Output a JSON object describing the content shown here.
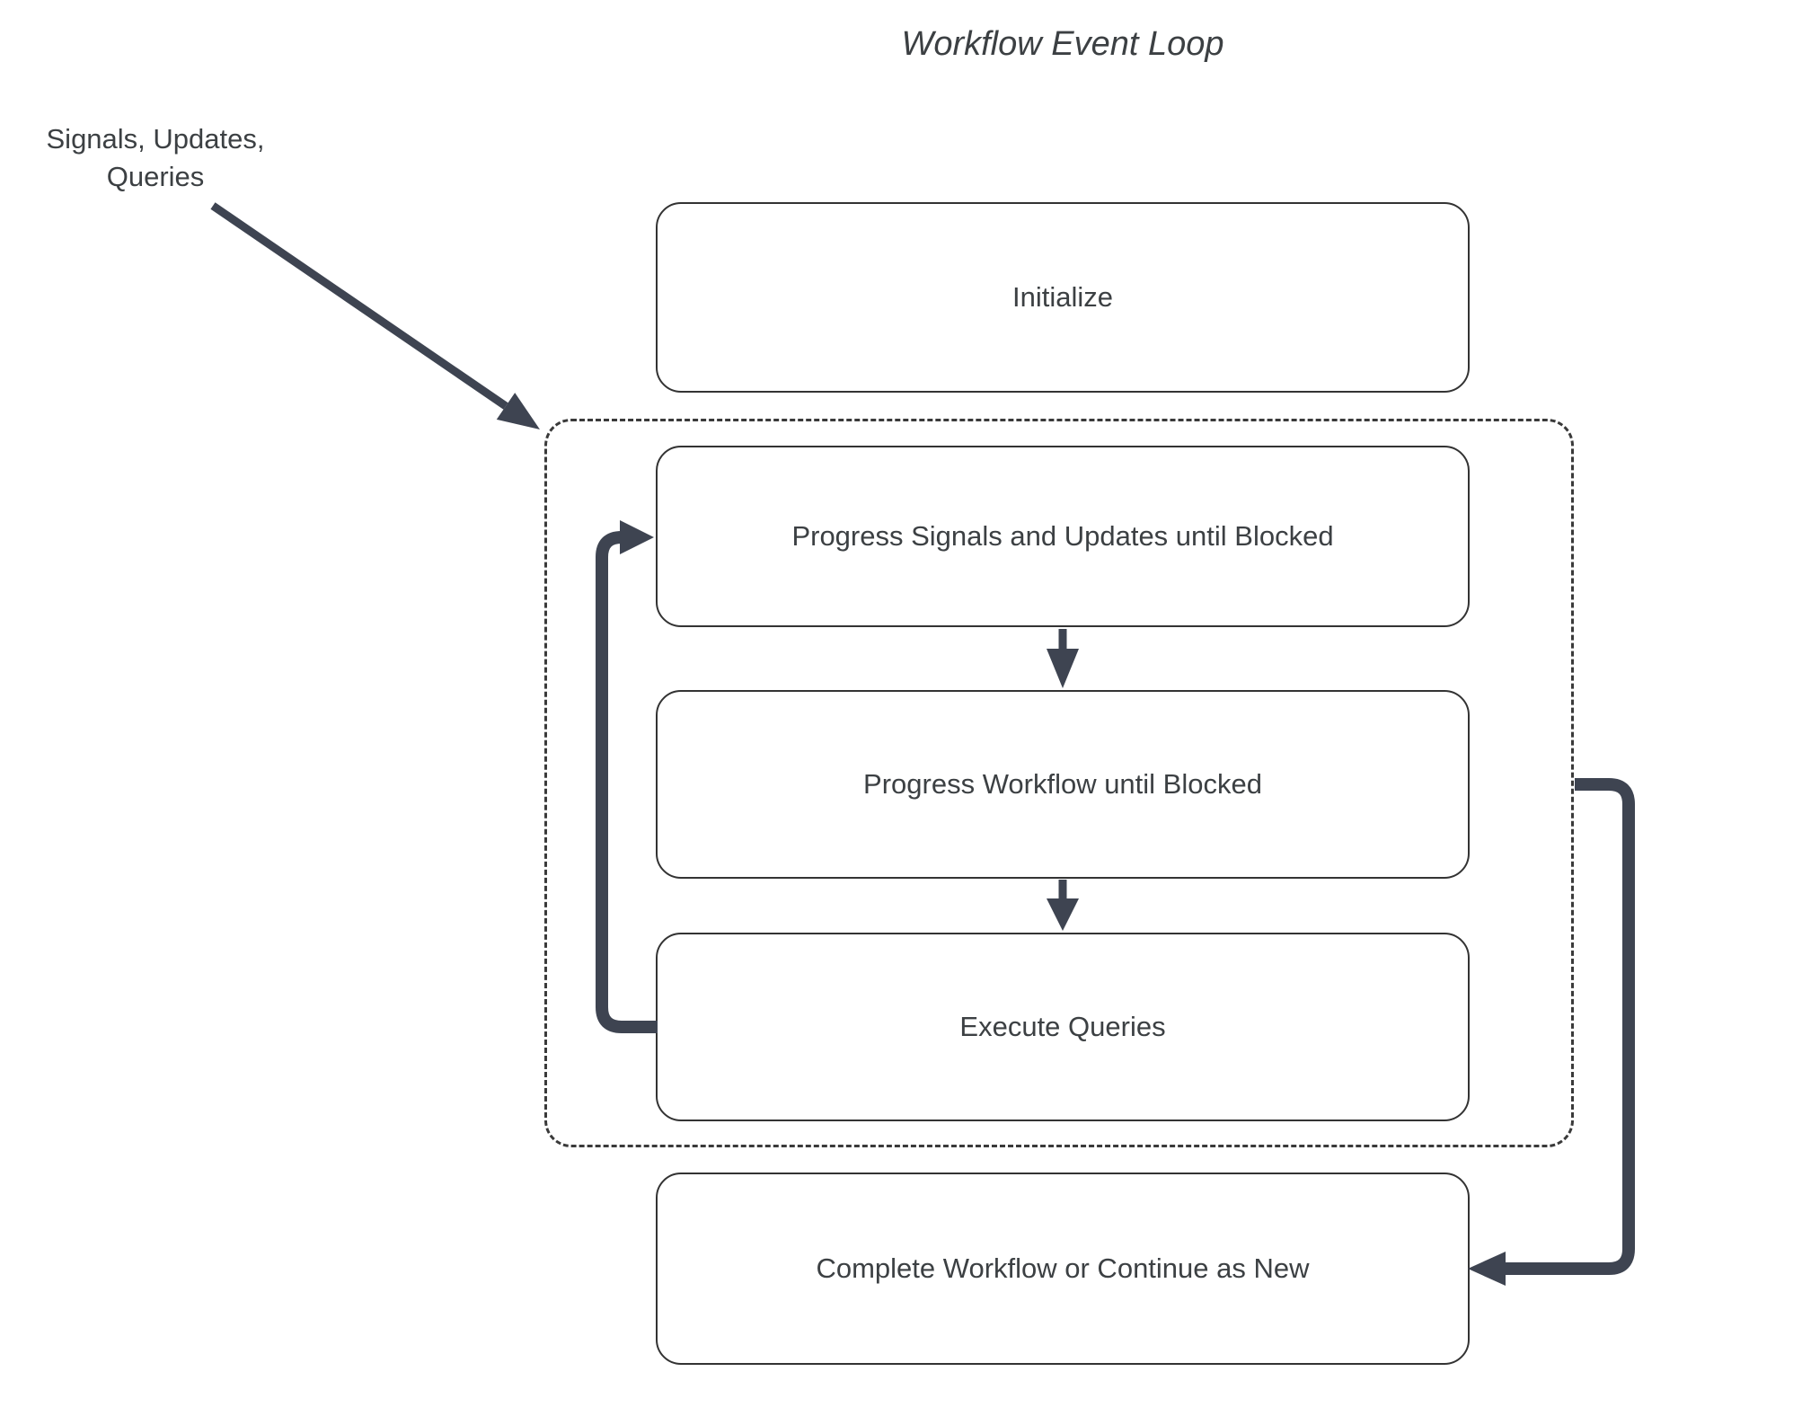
{
  "title": "Workflow Event Loop",
  "annotation": {
    "line1": "Signals, Updates,",
    "line2": "Queries"
  },
  "nodes": {
    "initialize": {
      "label": "Initialize"
    },
    "progress_signals": {
      "label": "Progress Signals and Updates until Blocked"
    },
    "progress_workflow": {
      "label": "Progress Workflow until Blocked"
    },
    "execute_queries": {
      "label": "Execute Queries"
    },
    "complete_workflow": {
      "label": "Complete Workflow or Continue as New"
    }
  },
  "groups": {
    "event_loop": {
      "contains": [
        "progress_signals",
        "progress_workflow",
        "execute_queries"
      ],
      "style": "dashed"
    }
  },
  "edges": [
    {
      "from": "signals-updates-queries-label",
      "to": "event_loop_group",
      "type": "thin-diagonal-arrow"
    },
    {
      "from": "progress_signals",
      "to": "progress_workflow",
      "type": "down-arrow"
    },
    {
      "from": "progress_workflow",
      "to": "execute_queries",
      "type": "down-arrow"
    },
    {
      "from": "execute_queries",
      "to": "progress_signals",
      "type": "loop-back-left-arrow"
    },
    {
      "from": "event_loop_group",
      "to": "complete_workflow",
      "type": "right-side-down-arrow"
    }
  ],
  "colors": {
    "arrow": "#3e4451",
    "box_border": "#333333",
    "dashed_border": "#3a3a3a",
    "text": "#3c4043",
    "background": "#ffffff"
  }
}
